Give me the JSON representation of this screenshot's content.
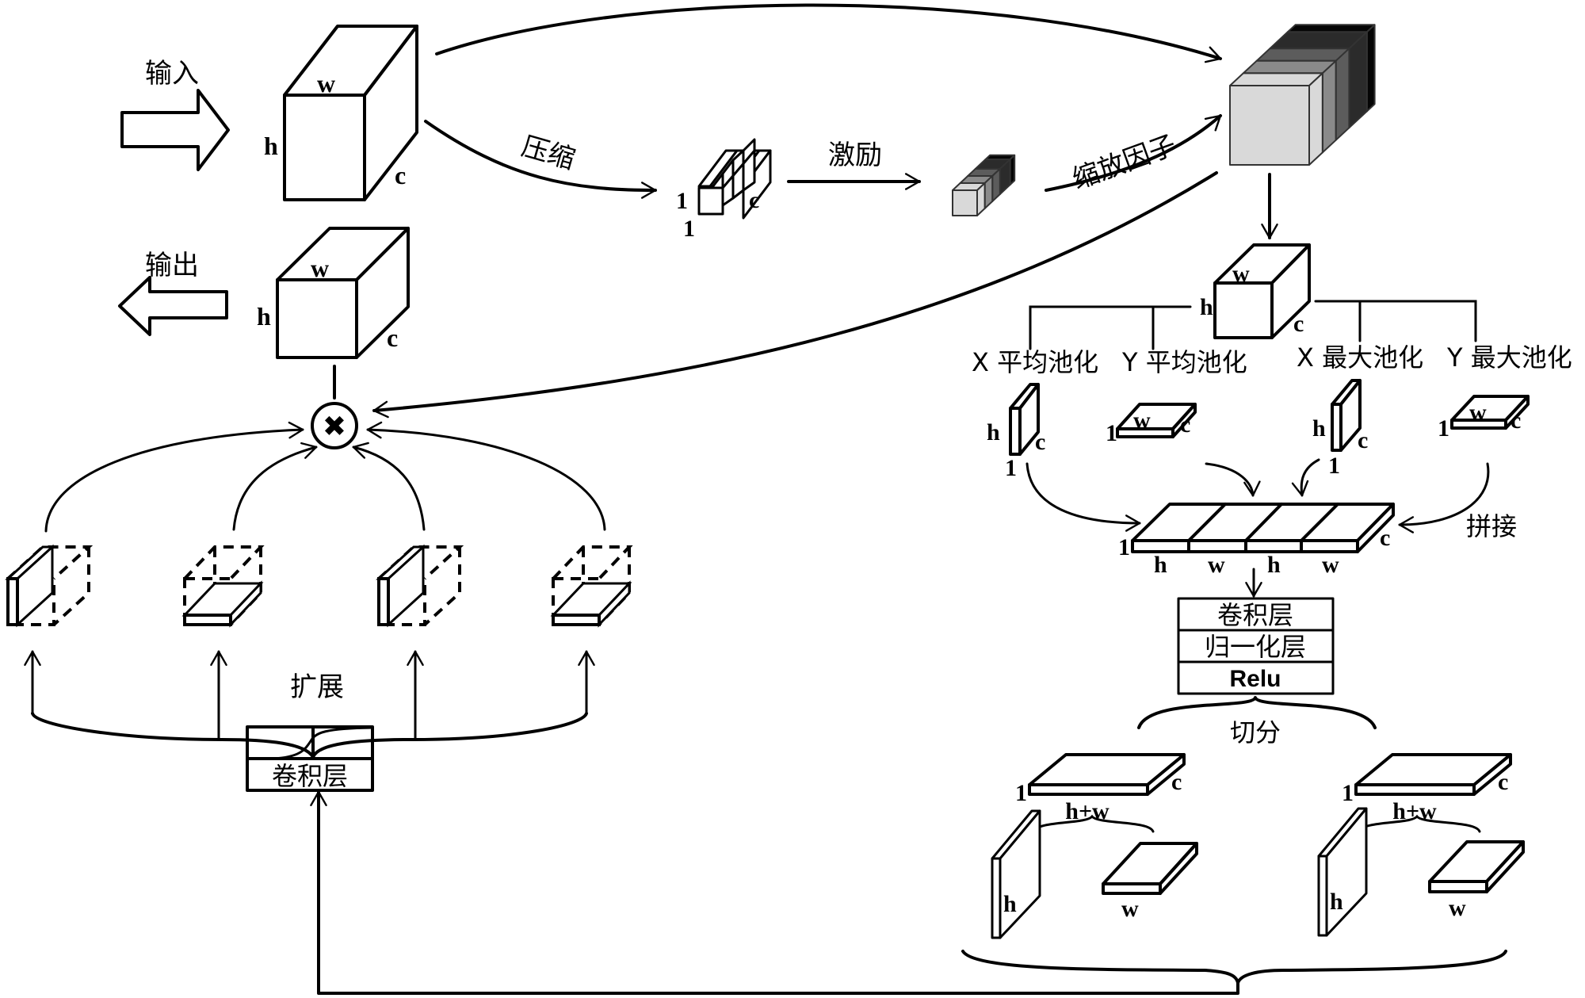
{
  "diagram": {
    "title": "SE + coordinate attention feature scaling pipeline",
    "input": {
      "label": "输入",
      "dims": {
        "h": "h",
        "w": "w",
        "c": "c"
      }
    },
    "output": {
      "label": "输出",
      "dims": {
        "h": "h",
        "w": "w",
        "c": "c"
      }
    },
    "squeeze": {
      "label": "压缩",
      "dims": {
        "h": "1",
        "w": "1",
        "c": "c"
      }
    },
    "excitation": {
      "label": "激励"
    },
    "scale_factor": {
      "label": "缩放因子"
    },
    "scaled_cube": {
      "dims": {
        "h": "h",
        "w": "w",
        "c": "c"
      }
    },
    "pooling": [
      {
        "label": "X 平均池化",
        "dims": [
          "h",
          "c",
          "1"
        ]
      },
      {
        "label": "Y 平均池化",
        "dims": [
          "1",
          "w",
          "c"
        ]
      },
      {
        "label": "X 最大池化",
        "dims": [
          "h",
          "c",
          "1"
        ]
      },
      {
        "label": "Y 最大池化",
        "dims": [
          "1",
          "w",
          "c"
        ]
      }
    ],
    "concat": {
      "label": "拼接",
      "left_dim": "1",
      "depth_dim": "c",
      "segments": [
        "h",
        "w",
        "h",
        "w"
      ]
    },
    "conv_stack": [
      "卷积层",
      "归一化层",
      "Relu"
    ],
    "split": {
      "label": "切分",
      "branches": [
        {
          "left_dim": "1",
          "depth_dim": "c",
          "width_dim": "h+w",
          "parts": [
            "h",
            "w"
          ]
        },
        {
          "left_dim": "1",
          "depth_dim": "c",
          "width_dim": "h+w",
          "parts": [
            "h",
            "w"
          ]
        }
      ]
    },
    "expand": {
      "label": "扩展",
      "conv_label": "卷积层"
    },
    "multiply_symbol": "✖",
    "colors": {
      "stroke": "#000000",
      "background": "#ffffff",
      "channel_shades": [
        "#d9d9d9",
        "#8a8a8a",
        "#5c5c5c",
        "#2b2b2b",
        "#050505"
      ]
    }
  }
}
